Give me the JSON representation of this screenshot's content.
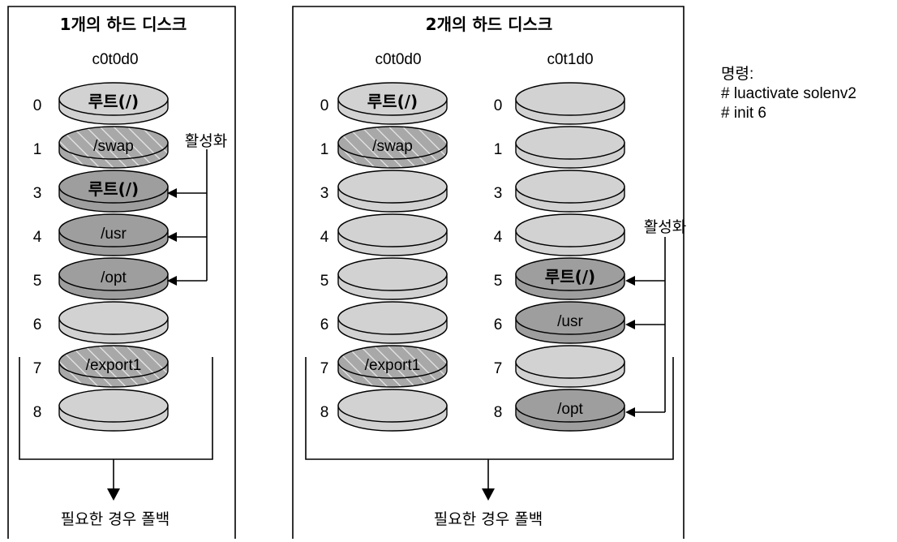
{
  "panels": [
    {
      "title": "1개의 하드 디스크",
      "disks": [
        {
          "name": "c0t0d0",
          "slices": [
            {
              "index": "0",
              "label": "루트(/)",
              "style": "light",
              "bold": true
            },
            {
              "index": "1",
              "label": "/swap",
              "style": "hatched"
            },
            {
              "index": "3",
              "label": "루트(/)",
              "style": "dark",
              "bold": true,
              "activated": true
            },
            {
              "index": "4",
              "label": "/usr",
              "style": "dark",
              "activated": true
            },
            {
              "index": "5",
              "label": "/opt",
              "style": "dark",
              "activated": true
            },
            {
              "index": "6",
              "label": "",
              "style": "light"
            },
            {
              "index": "7",
              "label": "/export1",
              "style": "hatched"
            },
            {
              "index": "8",
              "label": "",
              "style": "light"
            }
          ]
        }
      ],
      "activate_label": "활성화",
      "fallback_label": "필요한 경우 폴백"
    },
    {
      "title": "2개의 하드 디스크",
      "disks": [
        {
          "name": "c0t0d0",
          "slices": [
            {
              "index": "0",
              "label": "루트(/)",
              "style": "light",
              "bold": true
            },
            {
              "index": "1",
              "label": "/swap",
              "style": "hatched"
            },
            {
              "index": "3",
              "label": "",
              "style": "light"
            },
            {
              "index": "4",
              "label": "",
              "style": "light"
            },
            {
              "index": "5",
              "label": "",
              "style": "light"
            },
            {
              "index": "6",
              "label": "",
              "style": "light"
            },
            {
              "index": "7",
              "label": "/export1",
              "style": "hatched"
            },
            {
              "index": "8",
              "label": "",
              "style": "light"
            }
          ]
        },
        {
          "name": "c0t1d0",
          "slices": [
            {
              "index": "0",
              "label": "",
              "style": "light"
            },
            {
              "index": "1",
              "label": "",
              "style": "light"
            },
            {
              "index": "3",
              "label": "",
              "style": "light"
            },
            {
              "index": "4",
              "label": "",
              "style": "light"
            },
            {
              "index": "5",
              "label": "루트(/)",
              "style": "dark",
              "bold": true,
              "activated": true
            },
            {
              "index": "6",
              "label": "/usr",
              "style": "dark",
              "activated": true
            },
            {
              "index": "7",
              "label": "",
              "style": "light"
            },
            {
              "index": "8",
              "label": "/opt",
              "style": "dark",
              "activated": true
            }
          ]
        }
      ],
      "activate_label": "활성화",
      "fallback_label": "필요한 경우 폴백"
    }
  ],
  "commands": {
    "heading": "명령:",
    "line1": "# luactivate solenv2",
    "line2": "# init 6"
  },
  "colors": {
    "light": "#d2d2d2",
    "dark": "#9e9e9e",
    "hatched": "#a8a8a8",
    "hatch_line": "#e6e6e6",
    "outline": "#000000"
  }
}
